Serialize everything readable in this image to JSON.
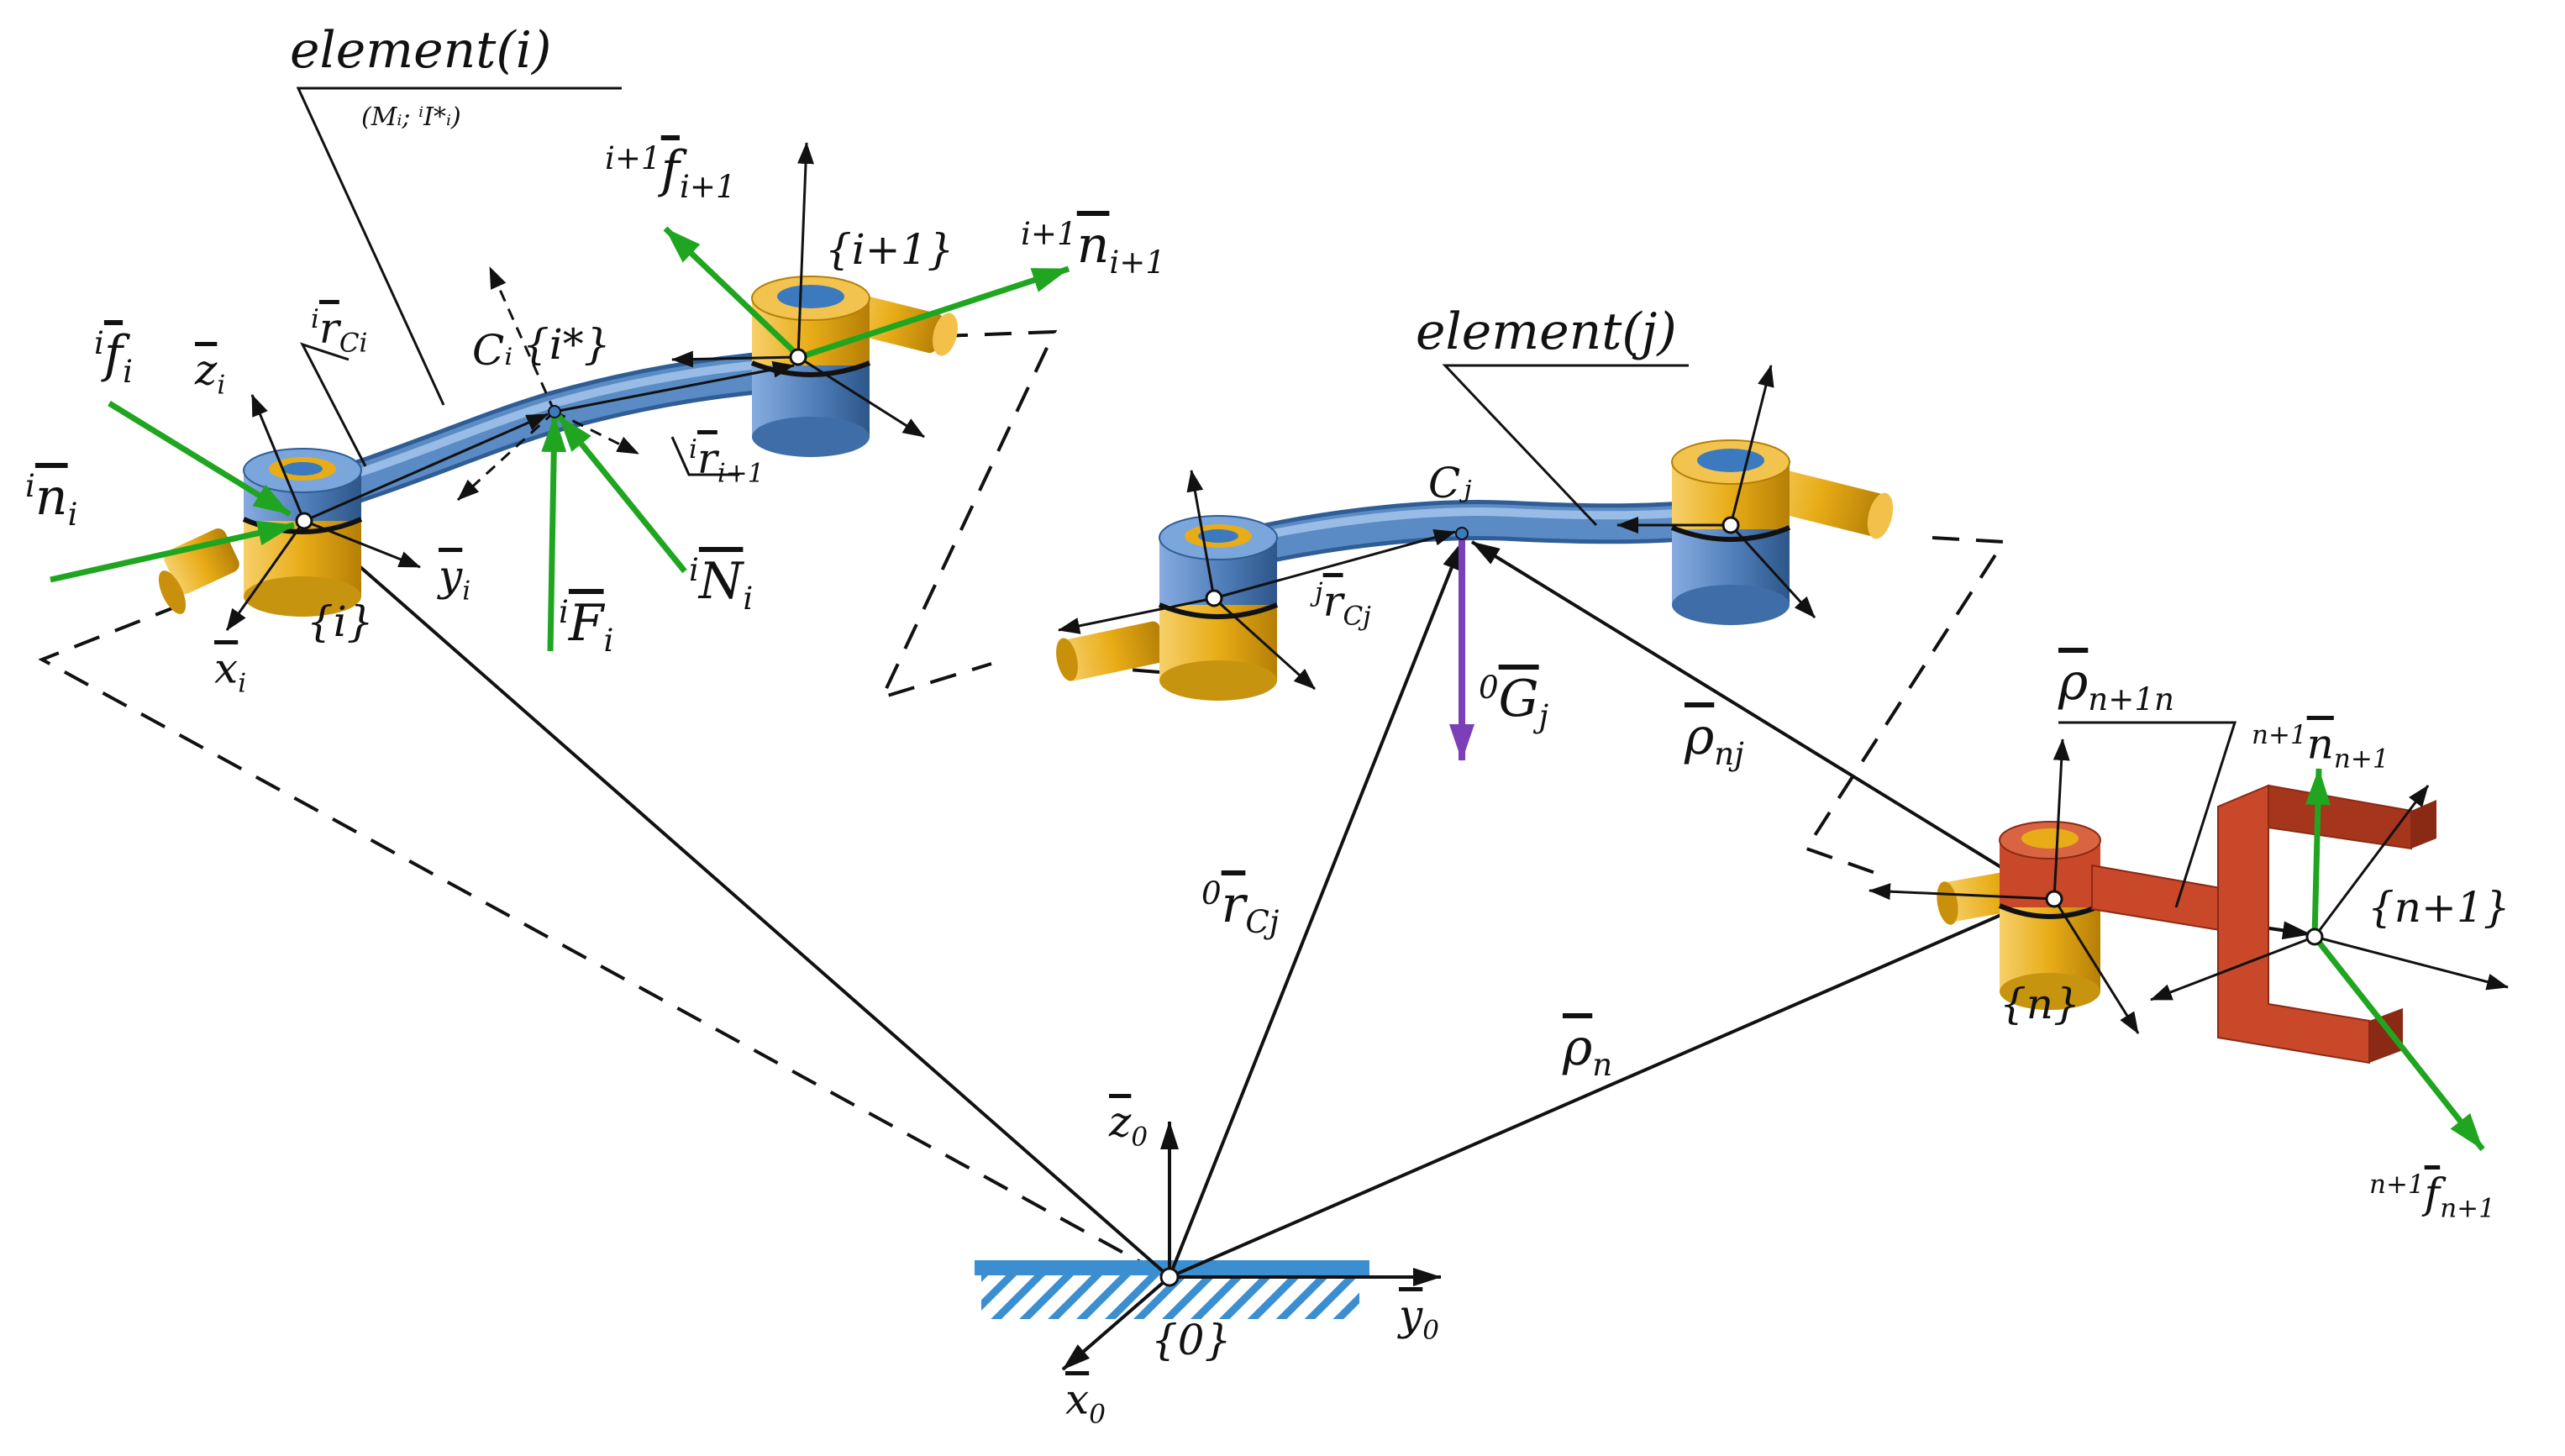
{
  "labels": {
    "element_i": "element(i)",
    "element_i_params": "(Mᵢ; ⁱI*ᵢ)",
    "element_j": "element(j)",
    "frame_0": "{0}",
    "frame_i": "{i}",
    "frame_i1": "{i+1}",
    "frame_istar": "{i*}",
    "frame_n": "{n}",
    "frame_n1": "{n+1}",
    "c_i": "Cᵢ",
    "c_j": "Cⱼ",
    "y0": {
      "pre": "",
      "base": "y",
      "sub": "0"
    },
    "z0": {
      "pre": "",
      "base": "z",
      "sub": "0"
    },
    "x0": {
      "pre": "",
      "base": "x",
      "sub": "0"
    },
    "zi": {
      "pre": "",
      "base": "z",
      "sub": "i"
    },
    "yi": {
      "pre": "",
      "base": "y",
      "sub": "i"
    },
    "xi": {
      "pre": "",
      "base": "x",
      "sub": "i"
    },
    "fi": {
      "pre": "i",
      "base": "f",
      "sub": "i"
    },
    "ni": {
      "pre": "i",
      "base": "n",
      "sub": "i"
    },
    "rci": {
      "pre": "i",
      "base": "r",
      "sub": "Ci"
    },
    "ri1": {
      "pre": "i",
      "base": "r",
      "sub": "i+1"
    },
    "Fi": {
      "pre": "i",
      "base": "F",
      "sub": "i"
    },
    "Ni": {
      "pre": "i",
      "base": "N",
      "sub": "i"
    },
    "fi1": {
      "pre": "i+1",
      "base": "f",
      "sub": "i+1"
    },
    "ni1": {
      "pre": "i+1",
      "base": "n",
      "sub": "i+1"
    },
    "rcj": {
      "pre": "j",
      "base": "r",
      "sub": "Cj"
    },
    "Gj": {
      "pre": "0",
      "base": "G",
      "sub": "j"
    },
    "r0cj": {
      "pre": "0",
      "base": "r",
      "sub": "Cj"
    },
    "rhonj": {
      "pre": "",
      "base": "ρ",
      "sub": "nj"
    },
    "rhon": {
      "pre": "",
      "base": "ρ",
      "sub": "n"
    },
    "rhon1n": {
      "pre": "",
      "base": "ρ",
      "sub": "n+1n"
    },
    "nn1": {
      "pre": "n+1",
      "base": "n",
      "sub": "n+1"
    },
    "fn1": {
      "pre": "n+1",
      "base": "f",
      "sub": "n+1"
    }
  },
  "colors": {
    "link_blue": "#5b8bc4",
    "joint_yellow": "#e8ac17",
    "gripper_red": "#c9482a",
    "force_green": "#1fa51f",
    "gravity_purple": "#7b3fb8",
    "ground_blue": "#3b8fd0",
    "line_black": "#111111"
  }
}
